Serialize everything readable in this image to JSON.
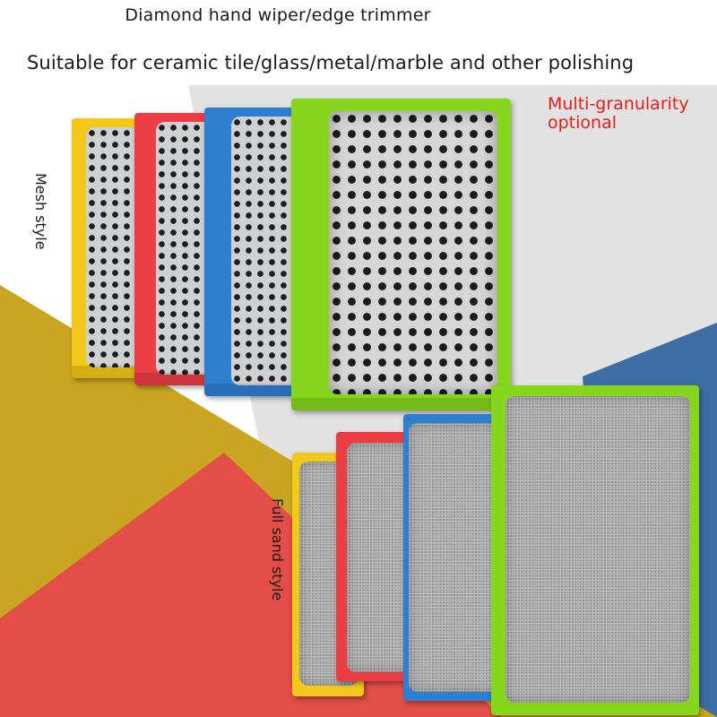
{
  "texts": {
    "title": "Diamond hand wiper/edge trimmer",
    "subtitle": "Suitable for ceramic tile/glass/metal/marble and other polishing",
    "note": "Multi-granularity optional",
    "mesh_label": "Mesh style",
    "sand_label": "Full sand style"
  },
  "colors": {
    "note_text": "#e41e17",
    "bg_olive": "#c9a521",
    "bg_red": "#e34e48",
    "bg_blue": "#3d6ea3",
    "bg_gray": "#e2e2e3",
    "bg_white": "#ffffff",
    "block_yellow": "#f2c81a",
    "block_red": "#ec3d45",
    "block_blue": "#2f7fd1",
    "block_green": "#85d61d"
  },
  "products": {
    "mesh": [
      "yellow",
      "red",
      "blue",
      "green"
    ],
    "sand": [
      "yellow",
      "red",
      "blue",
      "green"
    ]
  }
}
